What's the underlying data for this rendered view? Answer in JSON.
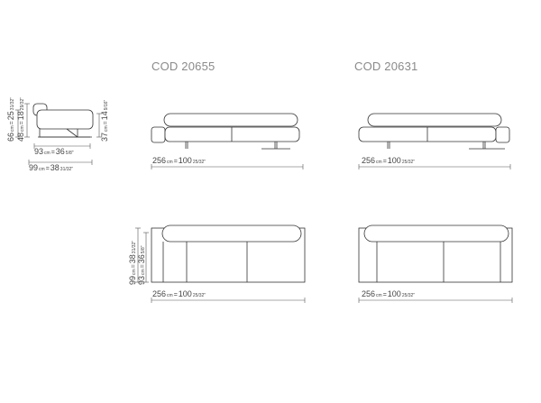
{
  "codes": {
    "left": "COD 20655",
    "right": "COD 20631"
  },
  "side_view": {
    "height_total": {
      "cm": "66",
      "cm_unit": "cm",
      "sep": "=",
      "inch": "25",
      "inch_frac": "31/32\""
    },
    "seat_height": {
      "cm": "48",
      "cm_unit": "cm",
      "sep": "=",
      "inch": "18",
      "inch_frac": "29/32\""
    },
    "arm_height": {
      "cm": "37",
      "cm_unit": "cm",
      "sep": "=",
      "inch": "14",
      "inch_frac": "9/16\""
    },
    "depth_seat": {
      "cm": "93",
      "cm_unit": "cm",
      "sep": "=",
      "inch": "36",
      "inch_frac": "5/8\""
    },
    "depth_total": {
      "cm": "99",
      "cm_unit": "cm",
      "sep": "=",
      "inch": "38",
      "inch_frac": "31/32\""
    }
  },
  "front_left": {
    "width": {
      "cm": "256",
      "cm_unit": "cm",
      "sep": "=",
      "inch": "100",
      "inch_frac": "25/32\""
    }
  },
  "front_right": {
    "width": {
      "cm": "256",
      "cm_unit": "cm",
      "sep": "=",
      "inch": "100",
      "inch_frac": "25/32\""
    }
  },
  "plan_left": {
    "depth_total": {
      "cm": "99",
      "cm_unit": "cm",
      "sep": "=",
      "inch": "38",
      "inch_frac": "31/32\""
    },
    "depth_seat": {
      "cm": "93",
      "cm_unit": "cm",
      "sep": "=",
      "inch": "36",
      "inch_frac": "5/8\""
    },
    "width": {
      "cm": "256",
      "cm_unit": "cm",
      "sep": "=",
      "inch": "100",
      "inch_frac": "25/32\""
    }
  },
  "plan_right": {
    "width": {
      "cm": "256",
      "cm_unit": "cm",
      "sep": "=",
      "inch": "100",
      "inch_frac": "25/32\""
    }
  }
}
